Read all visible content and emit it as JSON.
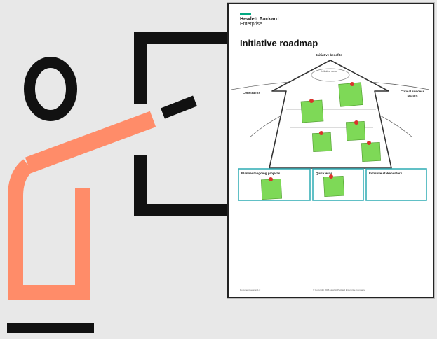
{
  "illustration": {
    "subject": "presenter-at-whiteboard",
    "figure_color": "#ff8c69",
    "line_color": "#111111"
  },
  "document": {
    "logo": {
      "line1": "Hewlett Packard",
      "line2": "Enterprise",
      "bar_color": "#01a982"
    },
    "title": "Initiative roadmap",
    "benefits_label": "Initiative benefits",
    "name_oval": "Initiative name",
    "constraints_label": "Constraints",
    "critical_label": "Critical success factors",
    "boxes": [
      {
        "label": "Planned/ongoing projects"
      },
      {
        "label": "Quick wins"
      },
      {
        "label": "Initiative stakeholders"
      }
    ],
    "footer_left": "Document version 1.0",
    "footer_right": "© Copyright 2016 Hewlett Packard Enterprise Company",
    "note_color": "#7ed957",
    "pin_color": "#d9342b",
    "box_color": "#3ab0b8"
  }
}
